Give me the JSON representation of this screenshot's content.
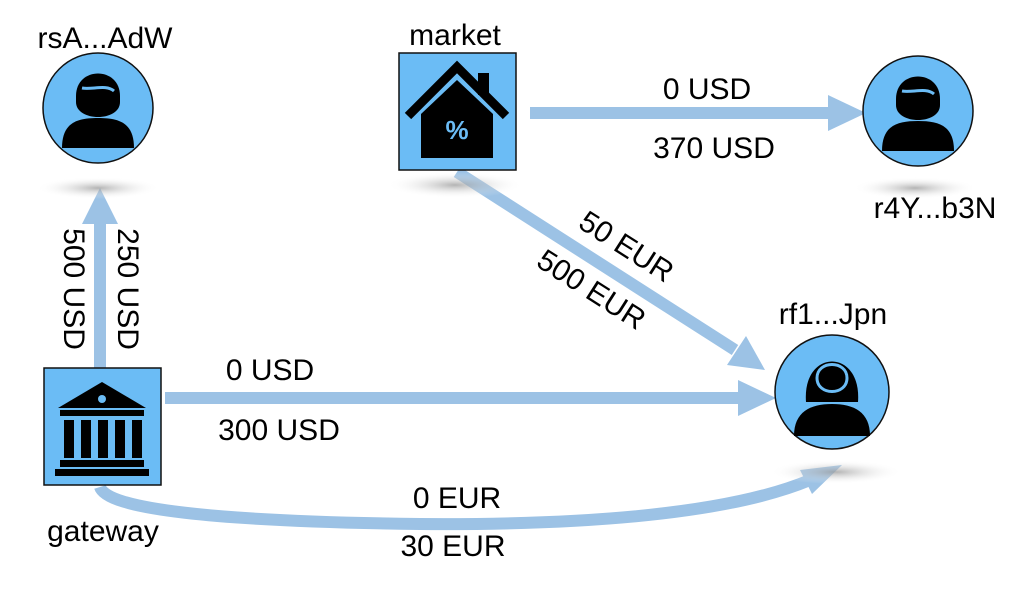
{
  "colors": {
    "node_fill": "#6bbcf5",
    "node_stroke": "#111111",
    "edge": "#9cc2e5",
    "icon": "#000000",
    "icon_symbol": "#6bbcf5"
  },
  "nodes": {
    "user1": {
      "label": "rsA...AdW",
      "icon": "user-male-icon"
    },
    "market": {
      "label": "market",
      "icon": "house-percent-icon"
    },
    "user2": {
      "label": "r4Y...b3N",
      "icon": "user-male-icon"
    },
    "user3": {
      "label": "rf1...Jpn",
      "icon": "user-female-icon"
    },
    "gateway": {
      "label": "gateway",
      "icon": "bank-icon"
    }
  },
  "edges": {
    "gateway_user1": {
      "label_a": "500 USD",
      "label_b": "250 USD"
    },
    "market_user2": {
      "label_a": "0 USD",
      "label_b": "370 USD"
    },
    "market_user3": {
      "label_a": "50 EUR",
      "label_b": "500 EUR"
    },
    "gateway_user3_usd": {
      "label_a": "0 USD",
      "label_b": "300 USD"
    },
    "gateway_user3_eur": {
      "label_a": "0 EUR",
      "label_b": "30 EUR"
    }
  }
}
